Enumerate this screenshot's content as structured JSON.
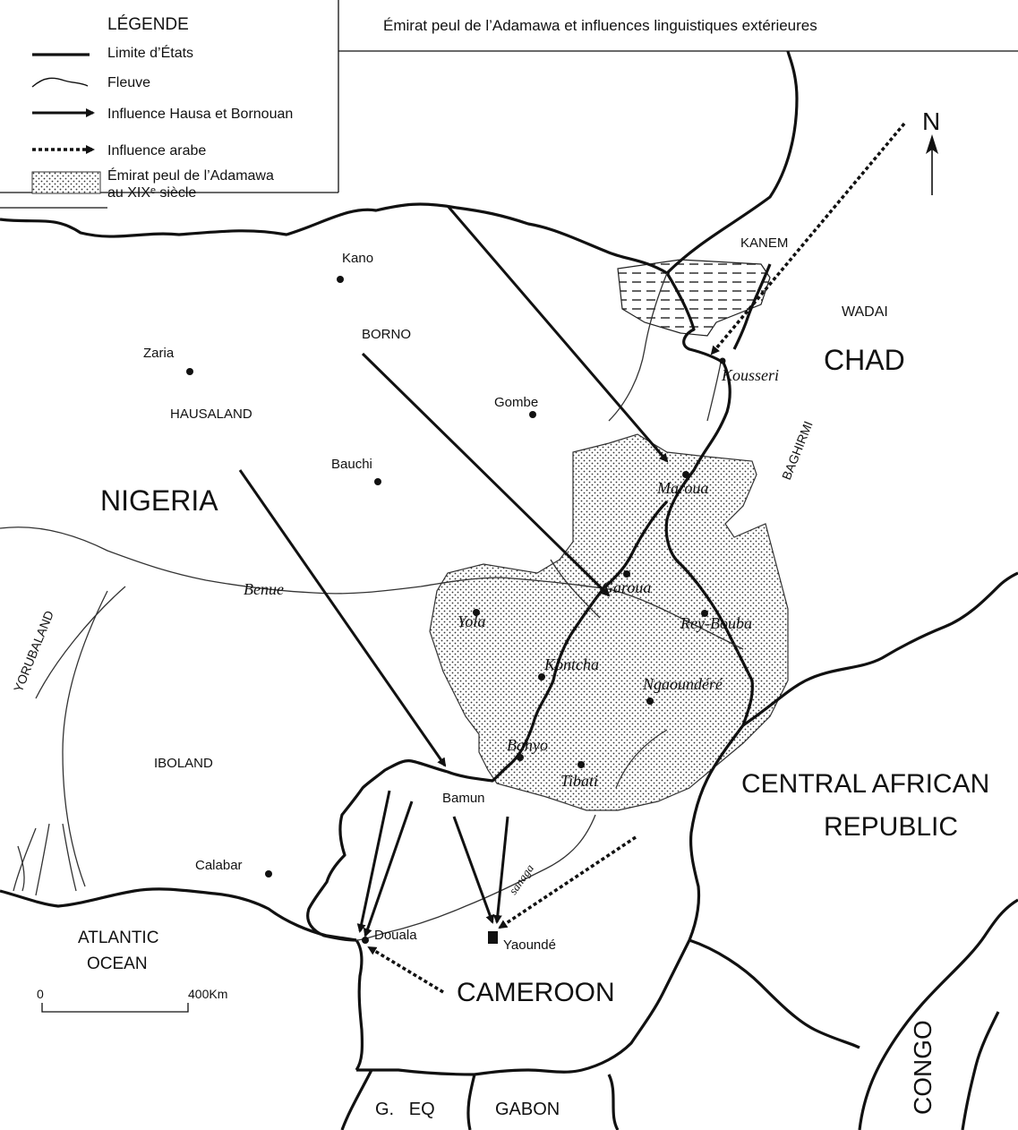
{
  "title": "Émirat peul de l’Adamawa et influences linguistiques extérieures",
  "legend": {
    "heading": "LÉGENDE",
    "items": [
      {
        "key": "border",
        "label": "Limite d’États"
      },
      {
        "key": "river",
        "label": "Fleuve"
      },
      {
        "key": "hausa",
        "label": "Influence Hausa et Bornouan"
      },
      {
        "key": "arab",
        "label": "Influence arabe"
      },
      {
        "key": "emirate",
        "label_line1": "Émirat peul de l’Adamawa",
        "label_line2": "au XIXᵉ siècle"
      }
    ]
  },
  "north": "N",
  "countries": {
    "nigeria": "NIGERIA",
    "chad": "CHAD",
    "car1": "CENTRAL AFRICAN",
    "car2": "REPUBLIC",
    "cameroon": "CAMEROON",
    "congo": "CONGO",
    "gabon": "GABON",
    "geq": "G.   EQ",
    "ocean1": "ATLANTIC",
    "ocean2": "OCEAN"
  },
  "regions": {
    "kanem": "KANEM",
    "wadai": "WADAI",
    "borno": "BORNO",
    "hausaland": "HAUSALAND",
    "baghirmi": "BAGHIRMI",
    "yorubaland": "YORUBALAND",
    "iboland": "IBOLAND",
    "bamun": "Bamun"
  },
  "cities_plain": {
    "kano": "Kano",
    "zaria": "Zaria",
    "gombe": "Gombe",
    "bauchi": "Bauchi",
    "calabar": "Calabar",
    "douala": "Douala",
    "yaounde": "Yaoundé"
  },
  "cities_italic": {
    "kousseri": "Kousseri",
    "maroua": "Maroua",
    "garoua": "Garoua",
    "yola": "Yola",
    "reybouba": "Rey-Bouba",
    "kontcha": "Kontcha",
    "ngaoundere": "Ngaoundéré",
    "banyo": "Banyo",
    "tibati": "Tibati"
  },
  "rivers": {
    "benue": "Benue",
    "sanaga": "sanaga"
  },
  "scale": {
    "start": "0",
    "end": "400Km"
  }
}
